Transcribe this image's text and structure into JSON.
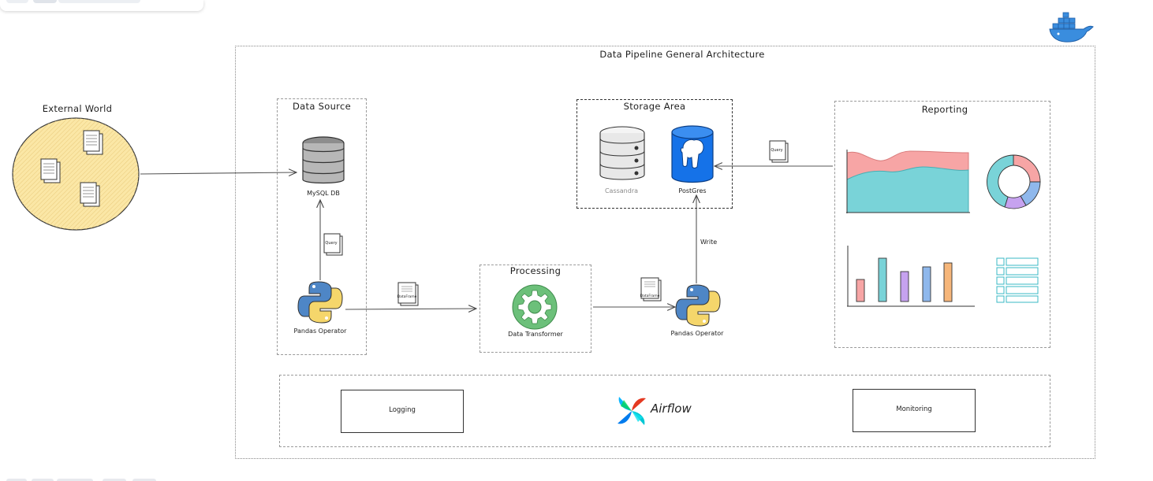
{
  "diagram": {
    "title": "Data Pipeline General Architecture",
    "external_world": {
      "title": "External World"
    },
    "data_source": {
      "title": "Data Source",
      "db_label": "MySQL DB",
      "operator_label": "Pandas Operator"
    },
    "query_doc_1": {
      "label": "Query"
    },
    "dataframe_doc_1": {
      "label": "DataFrame"
    },
    "processing": {
      "title": "Processing",
      "transformer_label": "Data Transformer"
    },
    "dataframe_doc_2": {
      "label": "DataFrame"
    },
    "operator_2": {
      "label": "Pandas Operator"
    },
    "write_label": "Write",
    "storage": {
      "title": "Storage Area",
      "cassandra_label": "Cassandra",
      "postgres_label": "PostGres"
    },
    "query_doc_2": {
      "label": "Query"
    },
    "reporting": {
      "title": "Reporting"
    },
    "orchestration": {
      "logging_label": "Logging",
      "airflow_label": "Airflow",
      "monitoring_label": "Monitoring"
    }
  },
  "colors": {
    "external_world_fill": "#fbe7a6",
    "python_blue": "#4e86c6",
    "python_yellow": "#f5d66b",
    "processing_gear": "#6cc07a",
    "postgres_blue": "#1572e8",
    "chart_red": "#f7a5a5",
    "chart_teal": "#79d3d8",
    "chart_purple": "#c6a2ef",
    "chart_blue": "#8fb8ec",
    "chart_orange": "#f6b67a",
    "docker_blue": "#3a8dde"
  },
  "icons": [
    "docker-icon",
    "document-icon",
    "database-icon",
    "python-icon",
    "gear-icon",
    "cassandra-database-icon",
    "postgres-elephant-icon",
    "area-chart-icon",
    "donut-chart-icon",
    "bar-chart-icon",
    "table-icon",
    "airflow-logo-icon"
  ]
}
